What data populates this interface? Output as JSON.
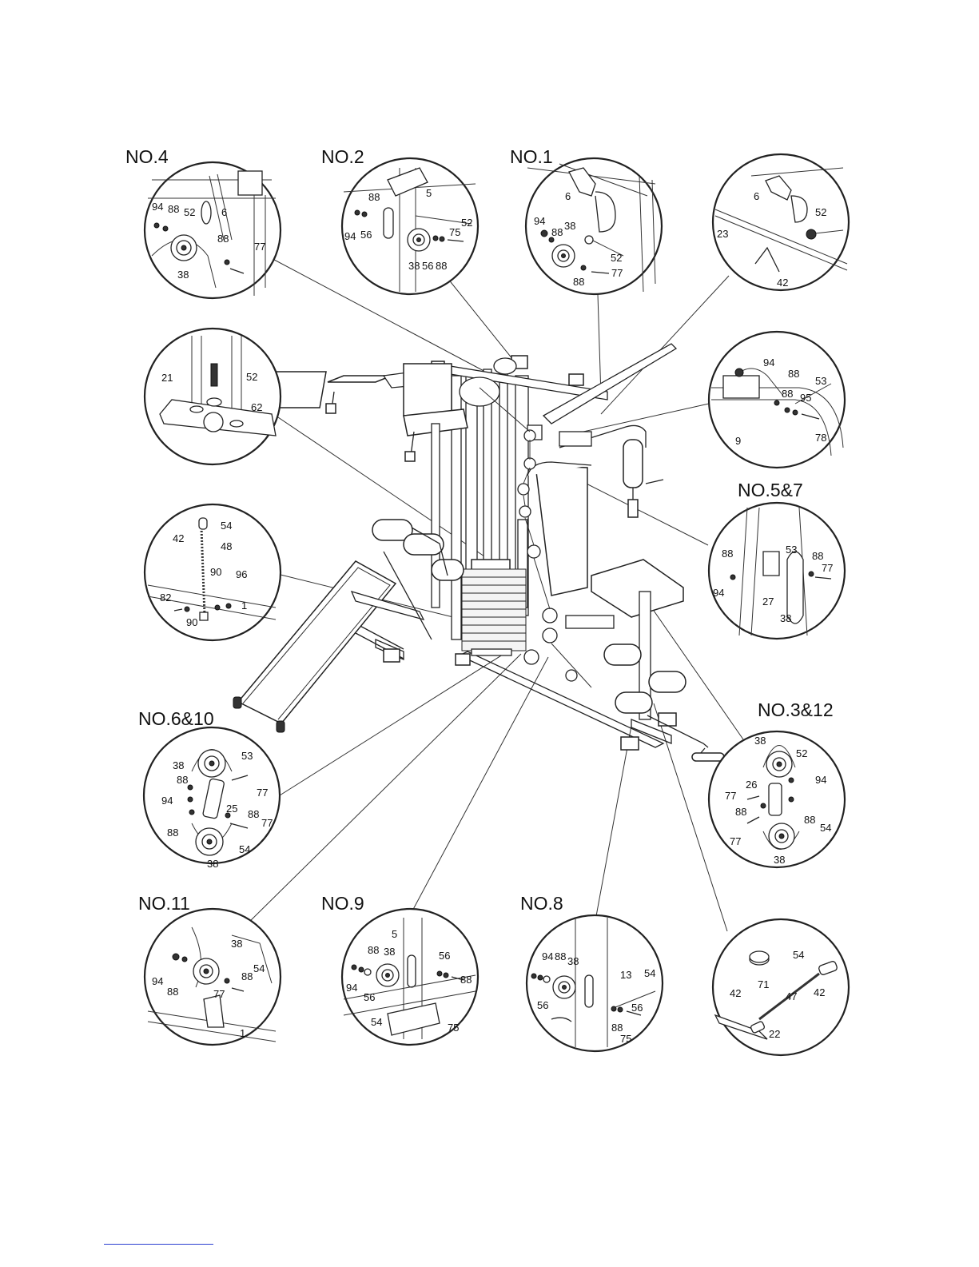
{
  "headings": {
    "no4": "NO.4",
    "no2": "NO.2",
    "no1": "NO.1",
    "no5_7": "NO.5&7",
    "no6_10": "NO.6&10",
    "no3_12": "NO.3&12",
    "no11": "NO.11",
    "no9": "NO.9",
    "no8": "NO.8"
  },
  "callouts": {
    "no4": [
      "94",
      "88",
      "52",
      "6",
      "88",
      "77",
      "38"
    ],
    "no2": [
      "88",
      "5",
      "52",
      "94",
      "56",
      "75",
      "38",
      "56",
      "88"
    ],
    "no1": [
      "6",
      "94",
      "88",
      "38",
      "52",
      "88",
      "77"
    ],
    "top_right": [
      "6",
      "52",
      "23",
      "42"
    ],
    "mid_left": [
      "52",
      "21",
      "62"
    ],
    "mid_right": [
      "94",
      "88",
      "53",
      "88",
      "95",
      "9",
      "78"
    ],
    "cable_left": [
      "54",
      "42",
      "48",
      "90",
      "96",
      "82",
      "90",
      "1"
    ],
    "no5_7": [
      "53",
      "88",
      "88",
      "77",
      "94",
      "27",
      "38"
    ],
    "no6_10": [
      "38",
      "53",
      "88",
      "77",
      "94",
      "25",
      "88",
      "88",
      "77",
      "54",
      "38"
    ],
    "no3_12": [
      "38",
      "52",
      "94",
      "26",
      "77",
      "88",
      "88",
      "77",
      "54",
      "38"
    ],
    "no11": [
      "38",
      "94",
      "54",
      "88",
      "88",
      "77",
      "1"
    ],
    "no9": [
      "5",
      "88",
      "38",
      "56",
      "94",
      "88",
      "56",
      "54",
      "75"
    ],
    "no8": [
      "94",
      "88",
      "38",
      "13",
      "54",
      "56",
      "56",
      "88",
      "75"
    ],
    "bottom_right": [
      "54",
      "71",
      "42",
      "42",
      "47",
      "22"
    ]
  }
}
